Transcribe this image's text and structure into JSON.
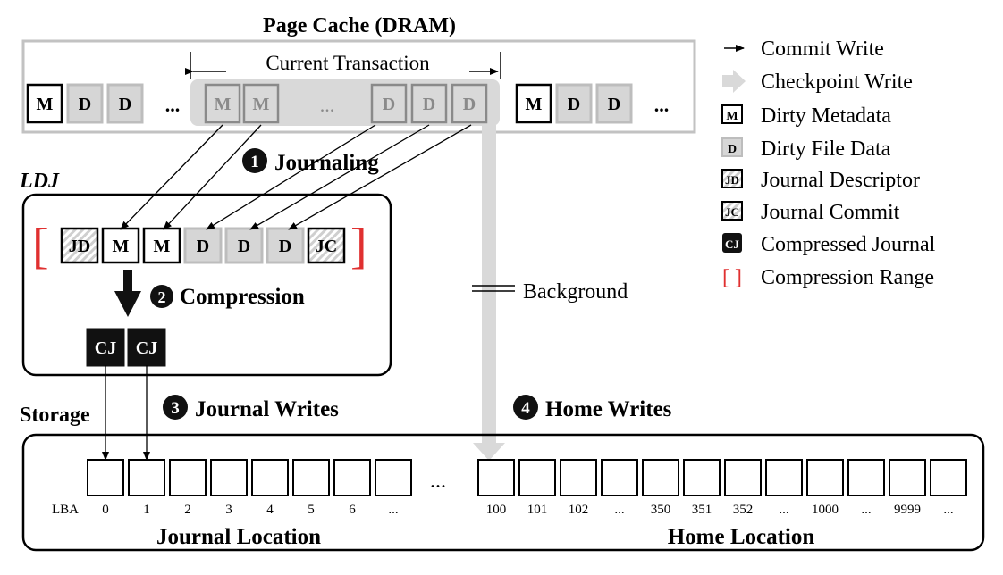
{
  "page_cache": {
    "title": "Page Cache (DRAM)",
    "current_transaction": "Current Transaction",
    "left_blocks": [
      "M",
      "D",
      "D"
    ],
    "txn_blocks_left": [
      "M",
      "M"
    ],
    "txn_blocks_right": [
      "D",
      "D",
      "D"
    ],
    "right_blocks": [
      "M",
      "D",
      "D"
    ],
    "ellipsis": "..."
  },
  "journaling": {
    "step": "1",
    "label": "Journaling"
  },
  "ldj": {
    "label": "LDJ",
    "blocks": [
      "JD",
      "M",
      "M",
      "D",
      "D",
      "D",
      "JC"
    ],
    "bracket_left": "[",
    "bracket_right": "]",
    "compression_step": "2",
    "compression_label": "Compression",
    "cj_blocks": [
      "CJ",
      "CJ"
    ]
  },
  "background_label": "Background",
  "journal_writes": {
    "step": "3",
    "label": "Journal Writes"
  },
  "home_writes": {
    "step": "4",
    "label": "Home Writes"
  },
  "storage": {
    "label": "Storage",
    "lba_label": "LBA",
    "journal_lbas": [
      "0",
      "1",
      "2",
      "3",
      "4",
      "5",
      "6",
      "..."
    ],
    "home_lbas": [
      "100",
      "101",
      "102",
      "...",
      "350",
      "351",
      "352",
      "...",
      "1000",
      "...",
      "9999",
      "..."
    ],
    "middle_ellipsis": "...",
    "journal_location": "Journal Location",
    "home_location": "Home Location"
  },
  "legend": {
    "commit_write": "Commit Write",
    "checkpoint_write": "Checkpoint Write",
    "dirty_metadata_icon": "M",
    "dirty_metadata": "Dirty Metadata",
    "dirty_file_data_icon": "D",
    "dirty_file_data": "Dirty File Data",
    "journal_descriptor_icon": "JD",
    "journal_descriptor": "Journal Descriptor",
    "journal_commit_icon": "JC",
    "journal_commit": "Journal Commit",
    "compressed_journal_icon": "CJ",
    "compressed_journal": "Compressed Journal",
    "compression_range_icon": "[ ]",
    "compression_range": "Compression Range"
  },
  "colors": {
    "accent_red": "#e03030",
    "gray_block": "#d6d6d6",
    "gray_arrow": "#d9d9d9",
    "faded_text": "#8a8a8a",
    "cj_fill": "#111111"
  }
}
